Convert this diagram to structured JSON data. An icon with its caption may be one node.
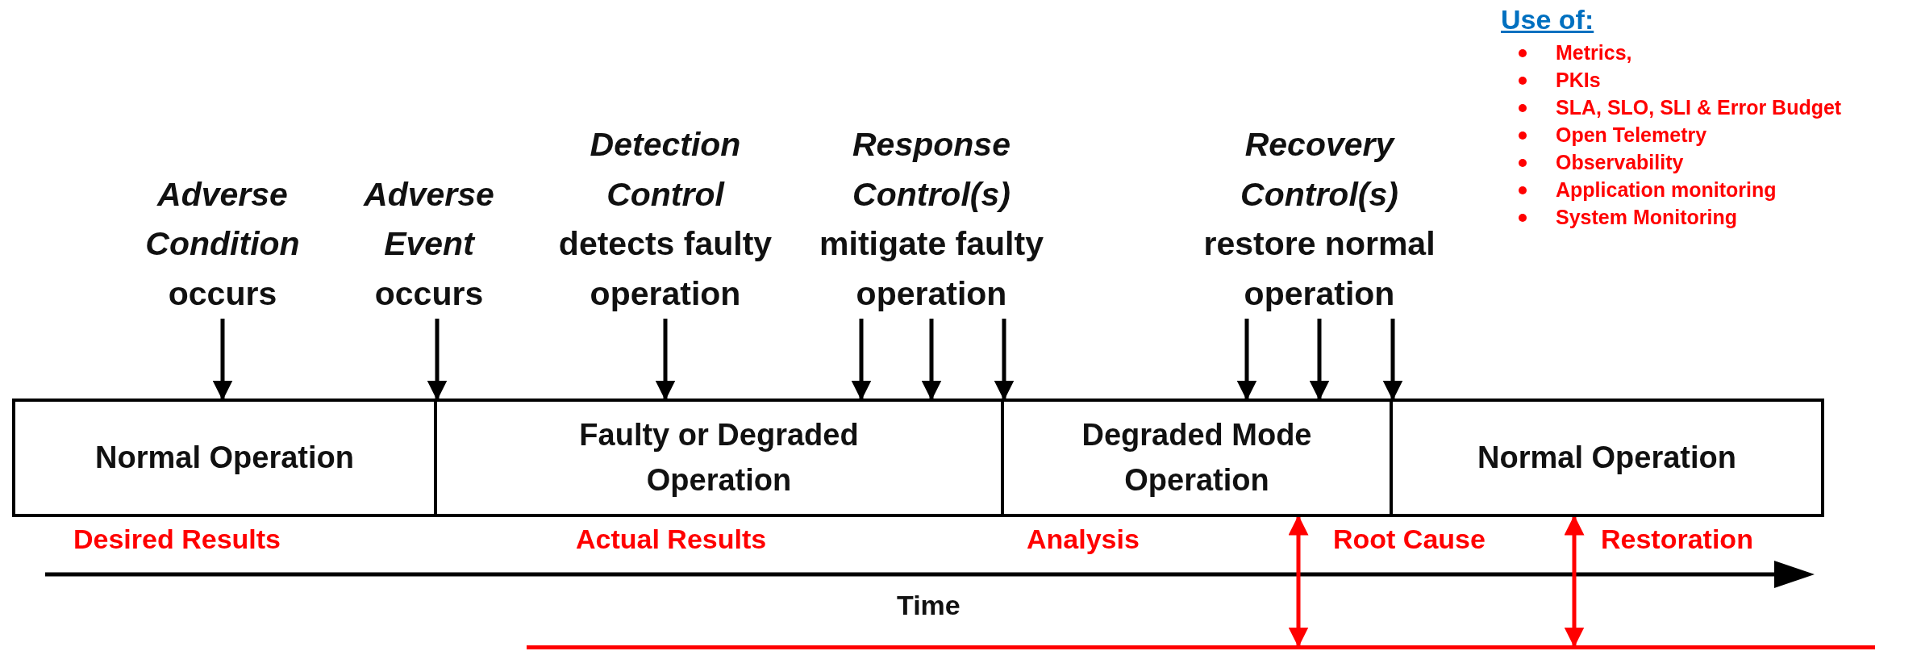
{
  "diagram": {
    "nodes": [
      {
        "text": [
          "Normal Operation"
        ]
      },
      {
        "text": [
          "Faulty or Degraded Operation"
        ]
      },
      {
        "text": [
          "Degraded Mode Operation"
        ]
      },
      {
        "text": [
          "Normal Operation"
        ]
      },
      {
        "text": [
          "*Adverse Condition* occurs"
        ]
      },
      {
        "text": [
          "*Adverse Event* occurs"
        ]
      },
      {
        "text": [
          "*Detection Control* detects faulty operation"
        ]
      },
      {
        "text": [
          "*Response Control(s)* mitigate faulty operation"
        ]
      },
      {
        "text": [
          "*Recovery Control(s)* restore normal operation"
        ]
      },
      {
        "text": [],
        "shape": "bar"
      }
    ],
    "edges": [
      {
        "from": 4,
        "to": 0,
        "arrow": "to"
      },
      {
        "from": 5,
        "to": 1,
        "arrow": "to"
      },
      {
        "from": 6,
        "to": 1,
        "arrow": "to"
      },
      {
        "from": 7,
        "to": 1,
        "arrow": "to"
      },
      {
        "from": 7,
        "to": 1,
        "arrow": "to"
      },
      {
        "from": 7,
        "to": 2,
        "arrow": "to"
      },
      {
        "from": 8,
        "to": 2,
        "arrow": "to"
      },
      {
        "from": 8,
        "to": 2,
        "arrow": "to"
      },
      {
        "from": 8,
        "to": 3,
        "arrow": "to"
      },
      {
        "from": 2,
        "to": 9,
        "arrow": "both",
        "color": "#ff0000"
      },
      {
        "from": 3,
        "to": 9,
        "arrow": "both",
        "color": "#ff0000"
      }
    ],
    "labels": [
      "Use of:",
      "Metrics,",
      "PKIs",
      "SLA, SLO, SLI & Error Budget",
      "Open Telemetry",
      "Observability",
      "Application monitoring",
      "System Monitoring",
      "Desired Results",
      "Actual Results",
      "Analysis",
      "Root Cause",
      "Restoration",
      "Time"
    ]
  }
}
